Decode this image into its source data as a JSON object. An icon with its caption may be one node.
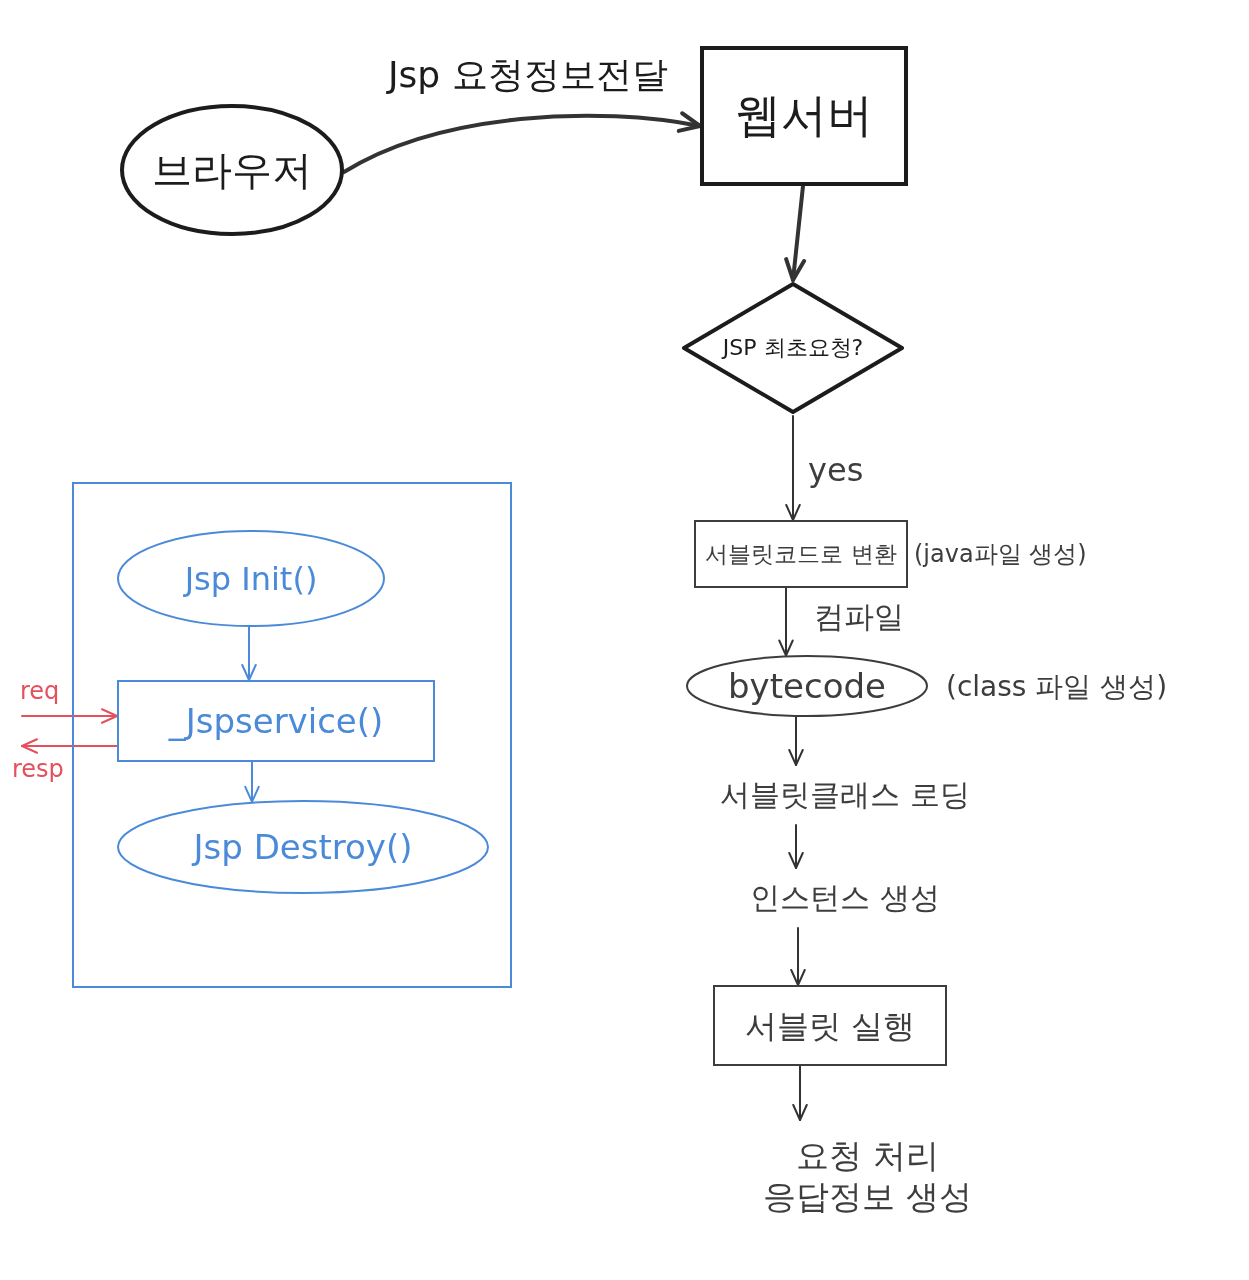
{
  "diagram": {
    "nodes": [
      {
        "text": [
          "브라우저"
        ]
      },
      {
        "text": [
          "웹서버"
        ]
      },
      {
        "text": [
          "JSP 최초요청?"
        ]
      },
      {
        "text": [
          "서블릿코드로 변환"
        ],
        "beside": [
          "(java파일 생성)"
        ]
      },
      {
        "text": [
          "bytecode"
        ],
        "beside": [
          "(class 파일 생성)"
        ]
      },
      {
        "text": [
          "서블릿클래스 로딩"
        ]
      },
      {
        "text": [
          "인스턴스 생성"
        ]
      },
      {
        "text": [
          "서블릿 실행"
        ]
      },
      {
        "text": [
          "요청 처리 응답정보 생성"
        ]
      },
      {
        "text": [],
        "shape": "box"
      },
      {
        "text": [
          "Jsp Init()"
        ],
        "in": 9
      },
      {
        "text": [
          "_Jspservice()"
        ],
        "in": 9
      },
      {
        "text": [
          "Jsp Destroy()"
        ],
        "in": 9
      }
    ],
    "edges": [
      {
        "from": 0,
        "to": 1,
        "arrow": "to",
        "label": "Jsp 요청정보전달",
        "style": "thick"
      },
      {
        "from": 1,
        "to": 2,
        "arrow": "to",
        "style": "thick"
      },
      {
        "from": 2,
        "to": 3,
        "arrow": "to",
        "label": "yes"
      },
      {
        "from": 3,
        "to": 4,
        "arrow": "to",
        "label": "컴파일"
      },
      {
        "from": 4,
        "to": 5,
        "arrow": "to"
      },
      {
        "from": 5,
        "to": 6,
        "arrow": "to"
      },
      {
        "from": 6,
        "to": 7,
        "arrow": "to"
      },
      {
        "from": 7,
        "to": 8,
        "arrow": "to"
      },
      {
        "from": 10,
        "to": 11,
        "arrow": "to",
        "color": "#4a8ad8"
      },
      {
        "from": 11,
        "to": 12,
        "arrow": "to",
        "color": "#4a8ad8"
      },
      {
        "from": null,
        "to": 11,
        "arrow": "to",
        "label": "req",
        "color": "#e4505c"
      },
      {
        "from": 11,
        "to": null,
        "arrow": "to",
        "label": "resp",
        "color": "#e4505c"
      }
    ]
  }
}
